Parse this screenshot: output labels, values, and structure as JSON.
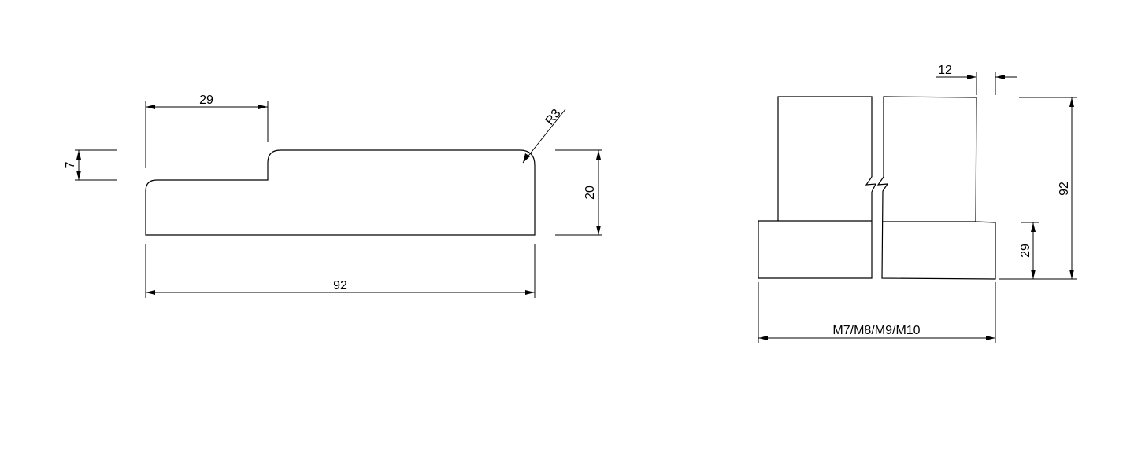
{
  "side_view": {
    "dim_top_width": "29",
    "dim_step_height": "7",
    "dim_radius": "R3",
    "dim_height": "20",
    "dim_length": "92"
  },
  "front_view": {
    "dim_slot_width": "12",
    "dim_total_height": "92",
    "dim_base_height": "29",
    "dim_size_range": "M7/M8/M9/M10"
  }
}
